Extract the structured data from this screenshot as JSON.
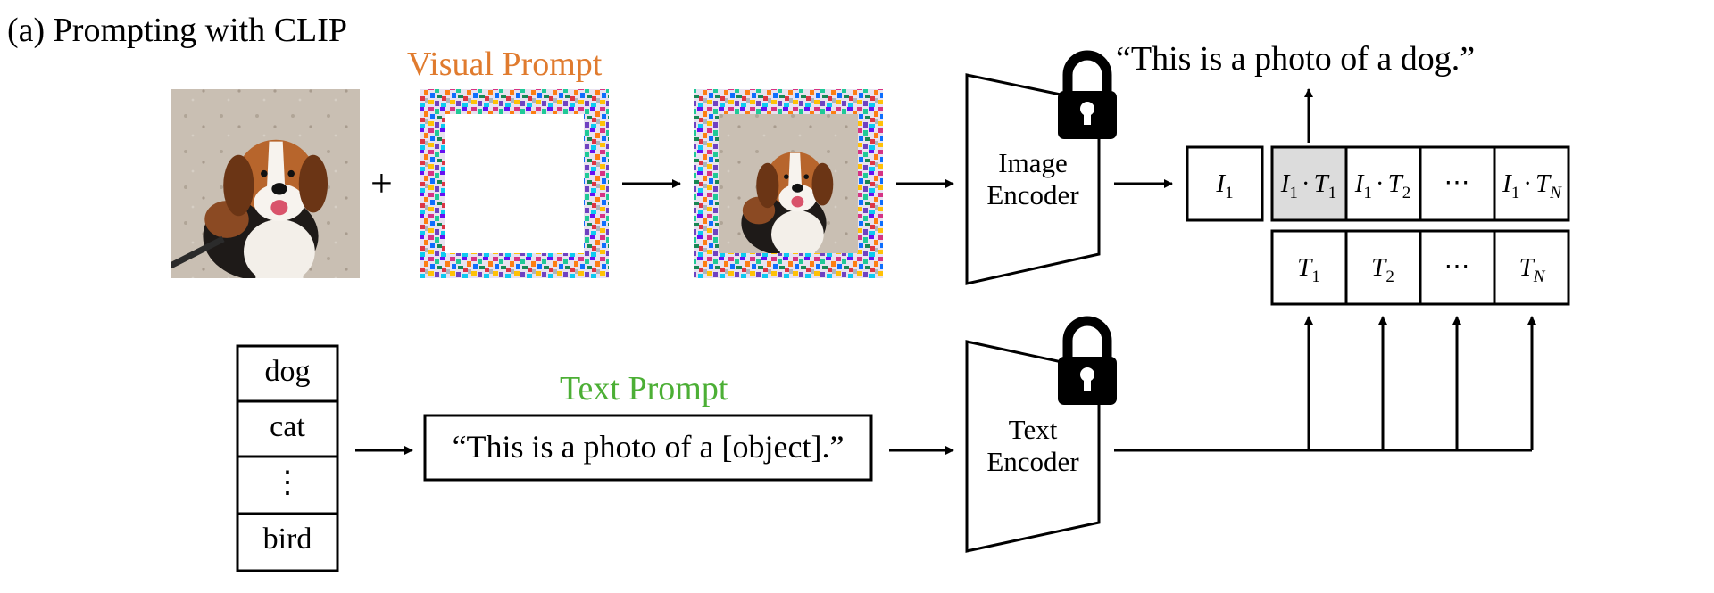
{
  "title": "(a) Prompting with CLIP",
  "visual_prompt_label": "Visual Prompt",
  "text_prompt_label": "Text Prompt",
  "output_text": "“This is a photo of a dog.”",
  "image_encoder": {
    "line1": "Image",
    "line2": "Encoder"
  },
  "text_encoder": {
    "line1": "Text",
    "line2": "Encoder"
  },
  "plus_sign": "+",
  "class_list": [
    "dog",
    "cat",
    "⋮",
    "bird"
  ],
  "text_prompt": "“This is a photo of a [object].”",
  "image_feature": {
    "base": "I",
    "sub": "1"
  },
  "similarity_cells": [
    {
      "a_base": "I",
      "a_sub": "1",
      "dot": "·",
      "b_base": "T",
      "b_sub": "1"
    },
    {
      "a_base": "I",
      "a_sub": "1",
      "dot": "·",
      "b_base": "T",
      "b_sub": "2"
    },
    {
      "ellipsis": "⋯"
    },
    {
      "a_base": "I",
      "a_sub": "1",
      "dot": "·",
      "b_base": "T",
      "b_sub": "N"
    }
  ],
  "text_features": [
    {
      "base": "T",
      "sub": "1"
    },
    {
      "base": "T",
      "sub": "2"
    },
    {
      "ellipsis": "⋯"
    },
    {
      "base": "T",
      "sub": "N"
    }
  ],
  "colors": {
    "visual_prompt": "#E07B2E",
    "text_prompt": "#4CAF35",
    "highlight_cell": "#DCDCDC",
    "stroke": "#000000"
  },
  "icons": [
    "lock-icon",
    "dog-photo",
    "noise-frame",
    "prompted-dog-photo"
  ]
}
